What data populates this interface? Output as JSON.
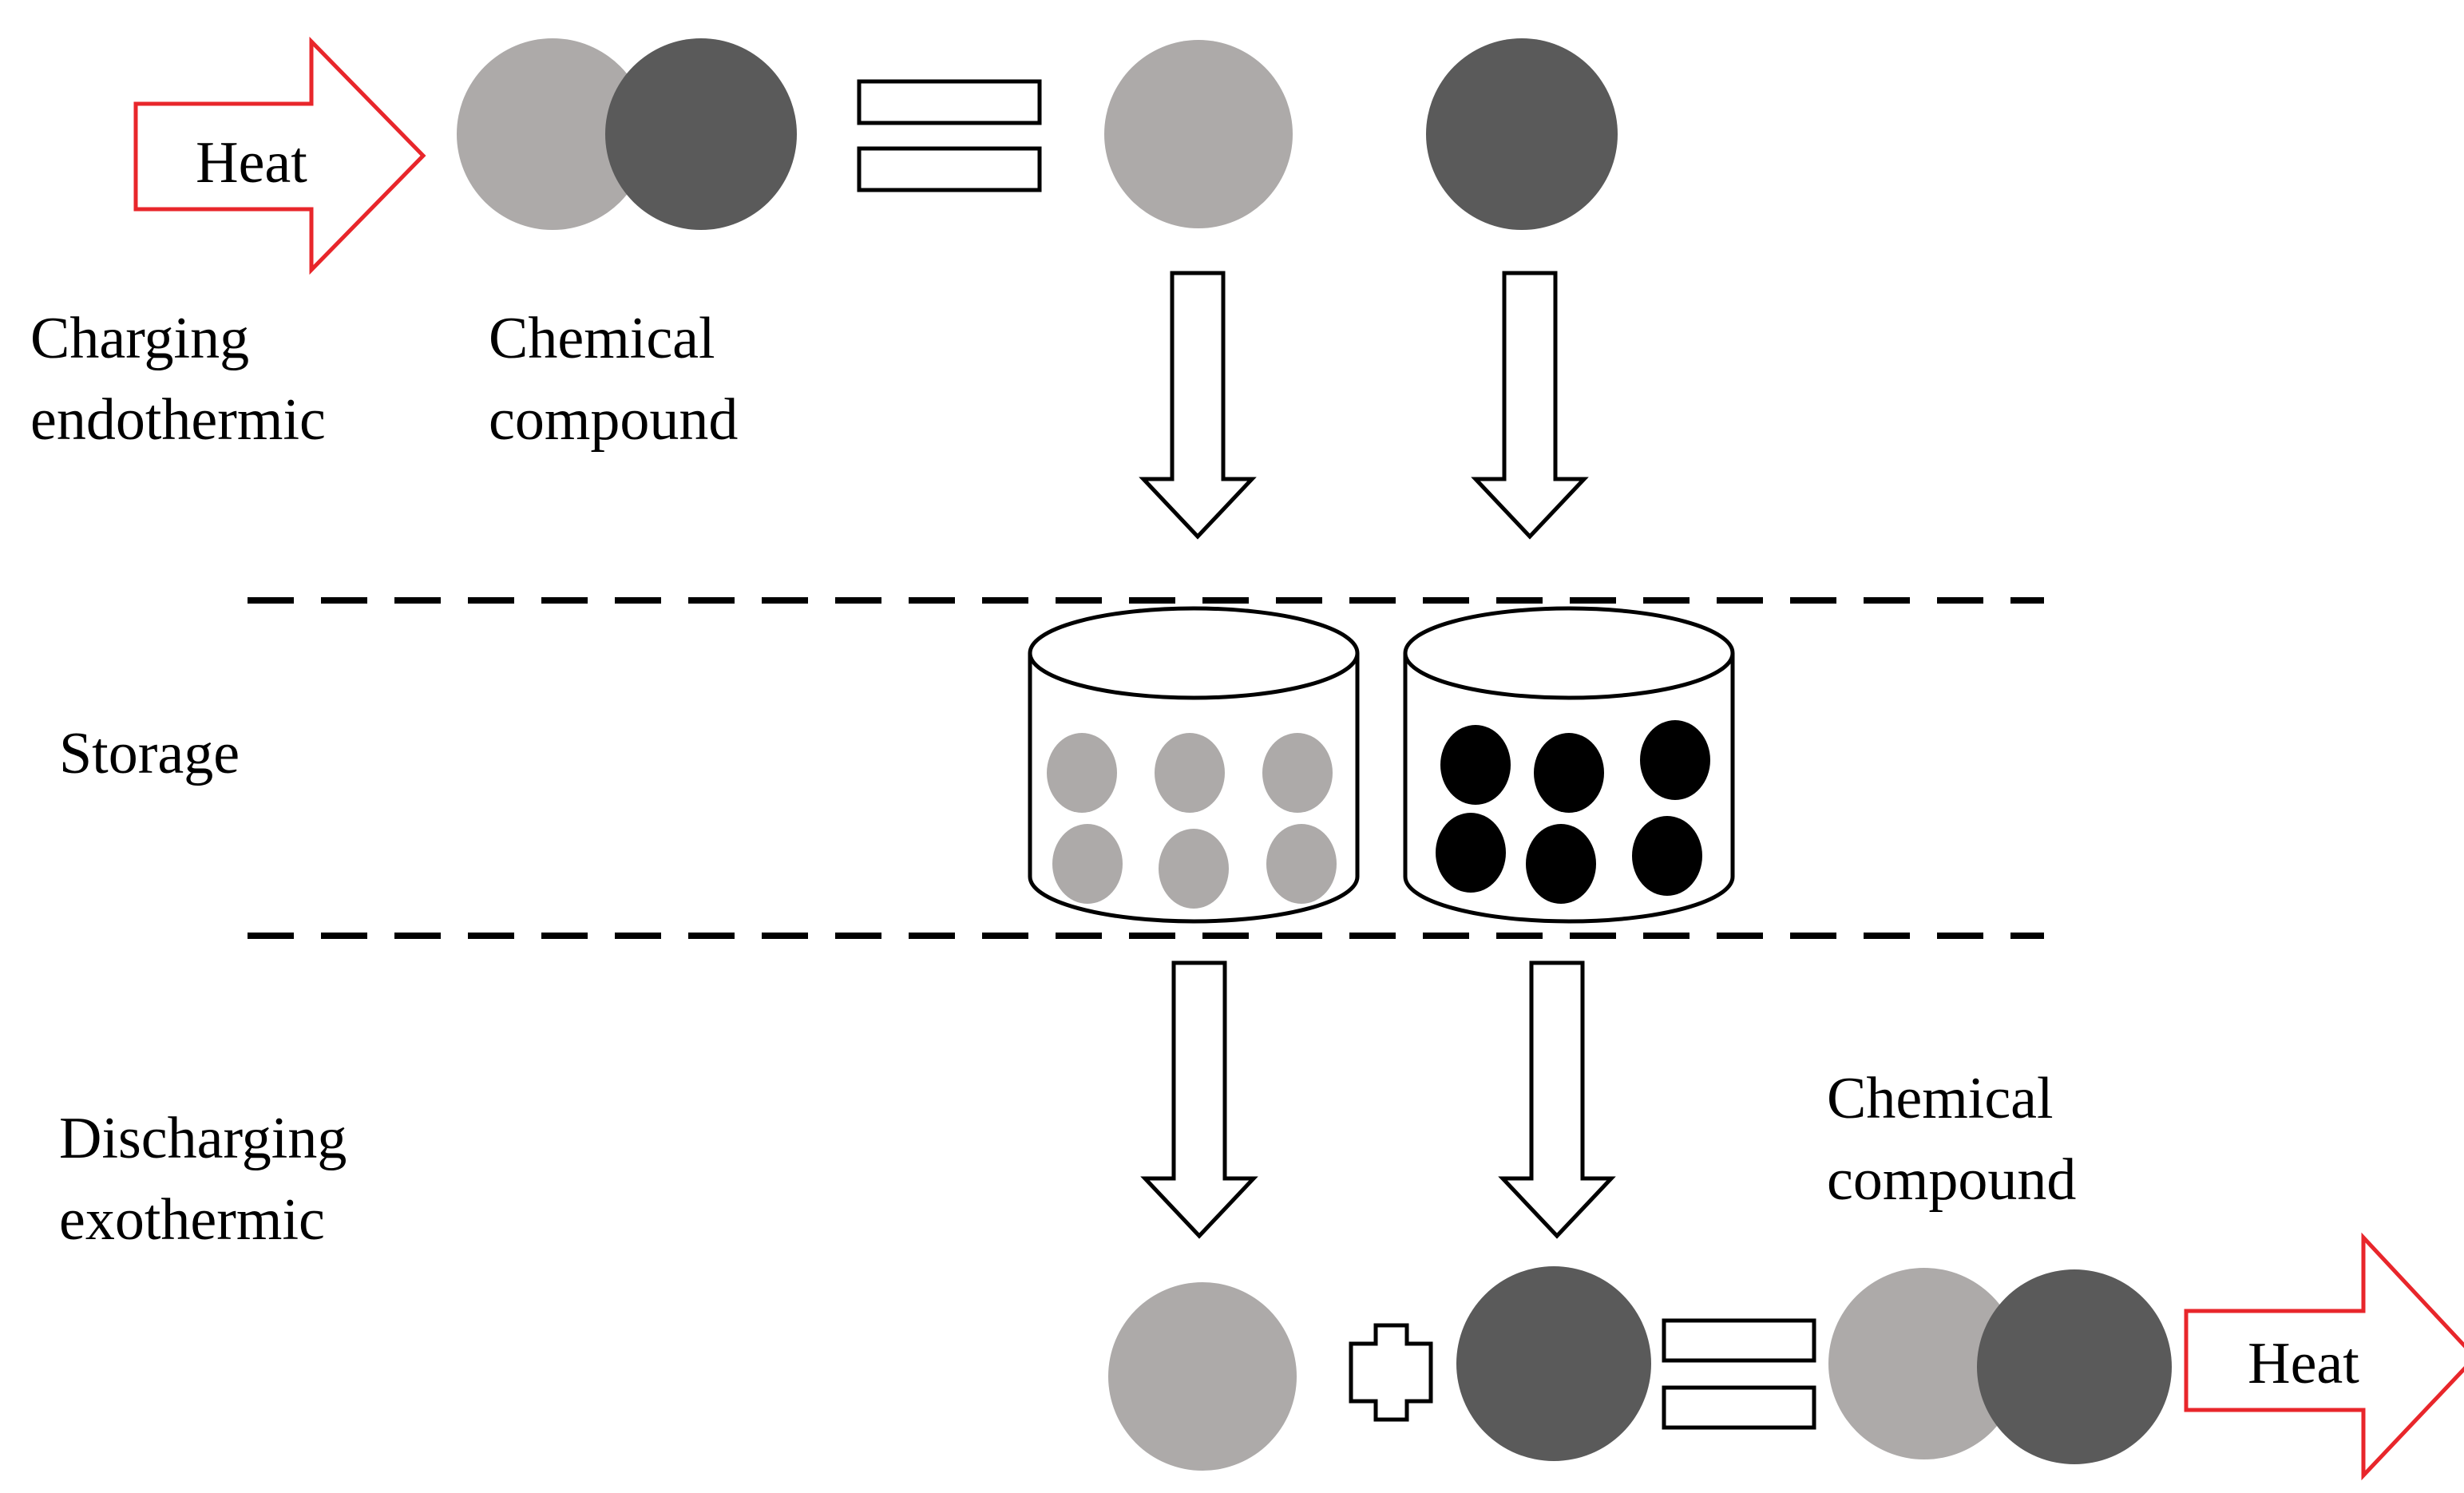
{
  "colors": {
    "light": "#adaaa9",
    "dark": "#5a5a5a",
    "black": "#000000",
    "heat_arrow": "#e8262b",
    "line": "#000000"
  },
  "labels": {
    "heat_top": "Heat",
    "heat_bottom": "Heat",
    "charging_line1": "Charging",
    "charging_line2": "endothermic",
    "chem_top_line1": "Chemical",
    "chem_top_line2": "compound",
    "storage": "Storage",
    "discharging_line1": "Discharging",
    "discharging_line2": "exothermic",
    "chem_bottom_line1": "Chemical",
    "chem_bottom_line2": "compound"
  },
  "symbols": {
    "equals": "equals-sign",
    "plus": "plus-sign"
  }
}
